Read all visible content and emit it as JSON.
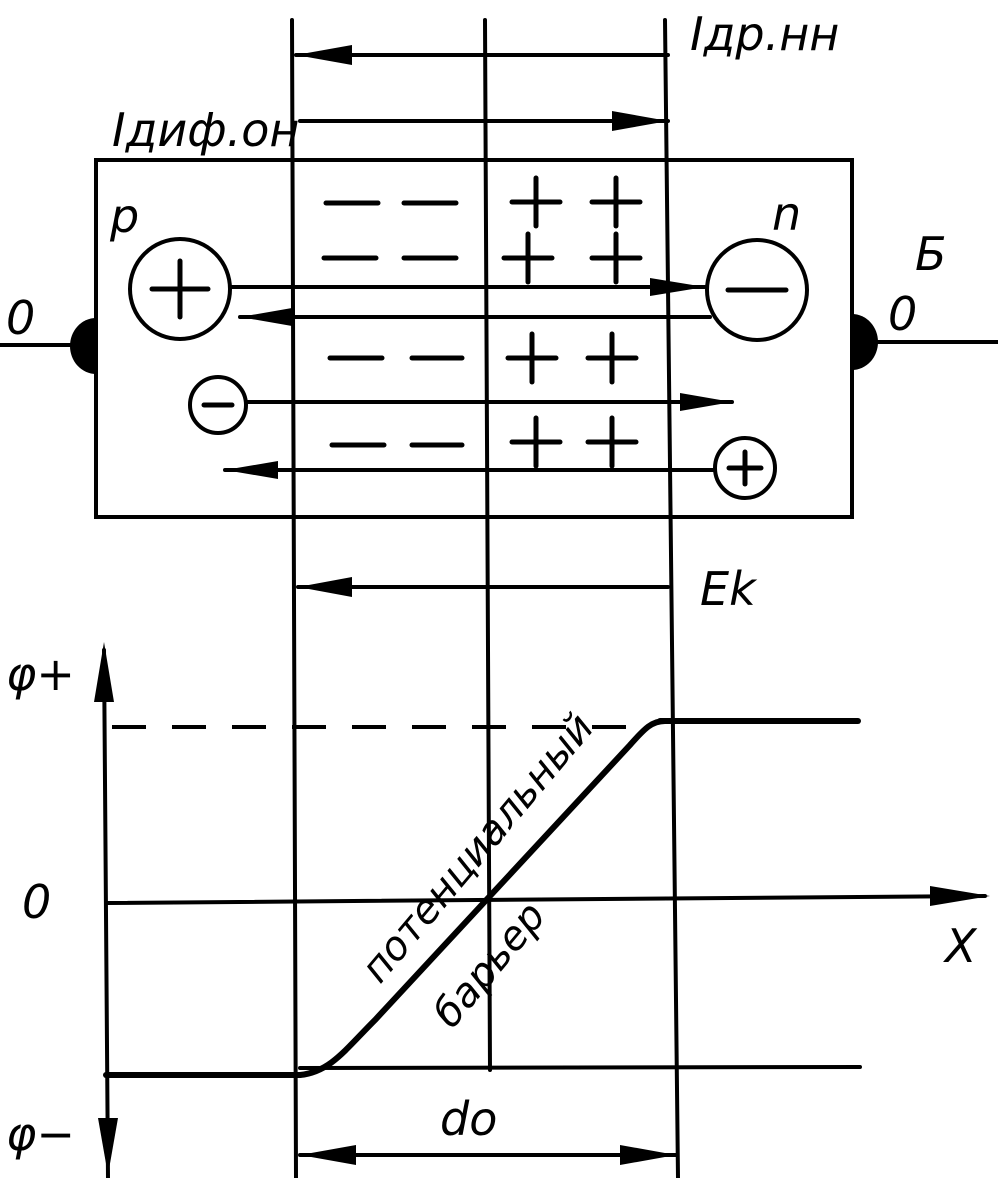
{
  "labels": {
    "drift_current": "Iдр.нн",
    "diffusion_current": "Iдиф.он",
    "p_region": "p",
    "n_region": "n",
    "contact_b": "Б",
    "contact_left": "0",
    "contact_right": "0",
    "field": "Ek",
    "phi_plus": "φ+",
    "phi_minus": "φ−",
    "zero": "0",
    "x_axis": "X",
    "barrier_line1": "потенциальный",
    "barrier_line2": "барьер",
    "width": "do"
  },
  "symbols": {
    "minus": "−",
    "plus": "+"
  }
}
